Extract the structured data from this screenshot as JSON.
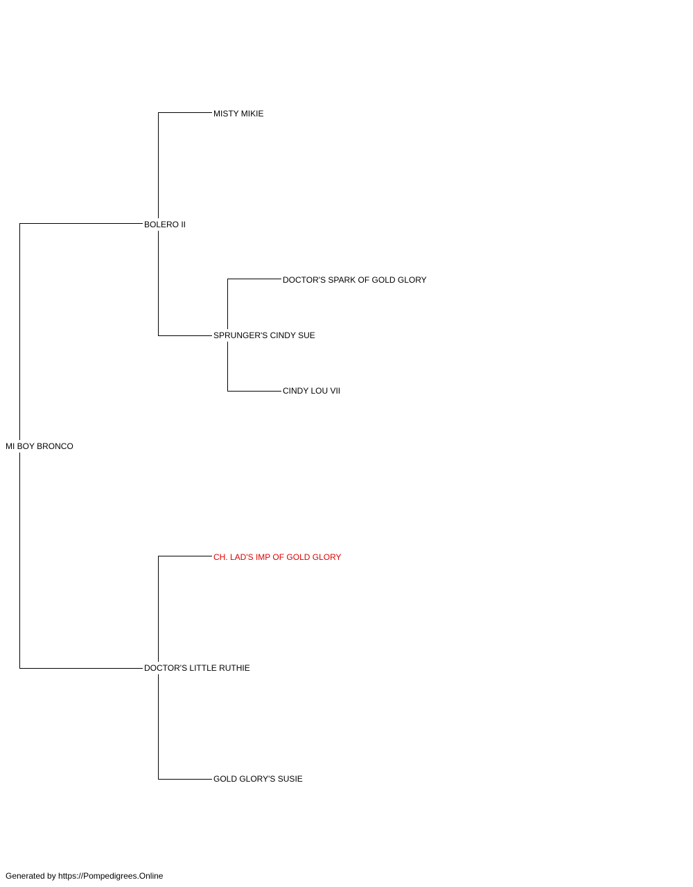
{
  "pedigree": {
    "subject": "MI BOY BRONCO",
    "sire": "BOLERO II",
    "dam": "DOCTOR'S LITTLE RUTHIE",
    "sire_sire": "MISTY MIKIE",
    "sire_dam": "SPRUNGER'S CINDY SUE",
    "sire_dam_sire": "DOCTOR'S SPARK OF GOLD GLORY",
    "sire_dam_dam": "CINDY LOU VII",
    "dam_sire": "CH. LAD'S IMP OF GOLD GLORY",
    "dam_dam": "GOLD GLORY'S SUSIE"
  },
  "colors": {
    "line": "#000000",
    "text": "#000000",
    "champion": "#dd0000"
  },
  "footer": {
    "text": "Generated by https://Pompedigrees.Online"
  }
}
